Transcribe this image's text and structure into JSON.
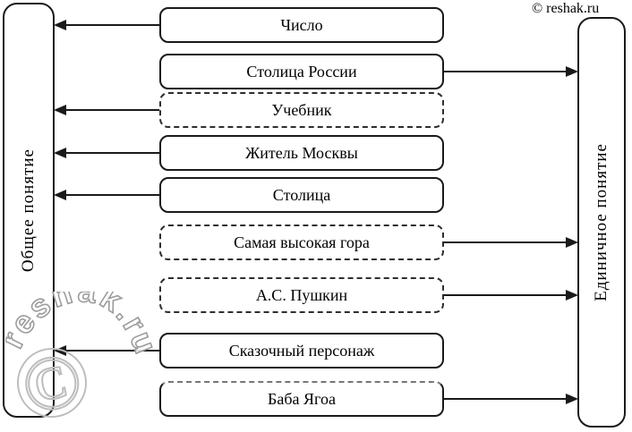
{
  "left_category": {
    "label": "Общее понятие"
  },
  "right_category": {
    "label": "Единичное понятие"
  },
  "rows": [
    {
      "label": "Число",
      "direction": "left",
      "target": "Общее понятие"
    },
    {
      "label": "Столица России",
      "direction": "right",
      "target": "Единичное понятие"
    },
    {
      "label": "Учебник",
      "direction": "left",
      "target": "Общее понятие"
    },
    {
      "label": "Житель Москвы",
      "direction": "left",
      "target": "Общее понятие"
    },
    {
      "label": "Столица",
      "direction": "left",
      "target": "Общее понятие"
    },
    {
      "label": "Самая высокая гора",
      "direction": "right",
      "target": "Единичное понятие"
    },
    {
      "label": "А.С. Пушкин",
      "direction": "right",
      "target": "Единичное понятие"
    },
    {
      "label": "Сказочный персонаж",
      "direction": "left",
      "target": "Общее понятие"
    },
    {
      "label": "Баба Ягоа",
      "direction": "right",
      "target": "Единичное понятие"
    }
  ],
  "watermark": {
    "top_right": "© reshak.ru",
    "curved_text": "reshak.ru",
    "copyright_symbol": "©"
  },
  "colors": {
    "line": "#1a1a1a",
    "watermark_gray": "#9c9c9c",
    "background": "#ffffff"
  }
}
